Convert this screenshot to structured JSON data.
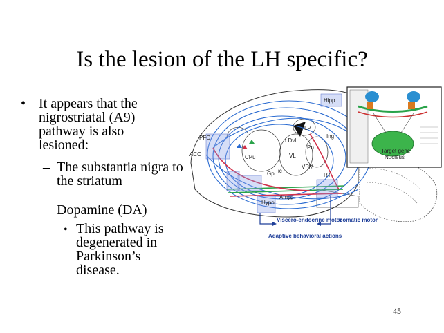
{
  "slide": {
    "title": "Is the lesion of the LH specific?",
    "bullet1": "It appears that the nigrostriatal (A9) pathway is also lesioned:",
    "sub1": "The substantia nigra to the striatum",
    "sub2": "Dopamine (DA)",
    "subsub1": "This pathway is degenerated in Parkinson’s disease.",
    "page_number": "45"
  },
  "figure": {
    "labels": {
      "pfc": "PFC",
      "acc": "ACC",
      "cpu": "CPu",
      "vl": "VL",
      "vpm": "VPM",
      "po": "Po",
      "lp": "LP",
      "ldvl": "LDvL",
      "gp": "Gp",
      "ic": "ic",
      "hipp": "Hipp",
      "amyg": "Amyg",
      "hypo": "Hypo",
      "ing": "Ing",
      "rt": "RT"
    },
    "outputs": {
      "viscero": "Viscero-endocrine motor",
      "somatic": "Somatic motor",
      "adaptive": "Adaptive behavioral actions"
    },
    "inset": {
      "target_gene": "Target gene",
      "nucleus": "Nucleus"
    }
  }
}
